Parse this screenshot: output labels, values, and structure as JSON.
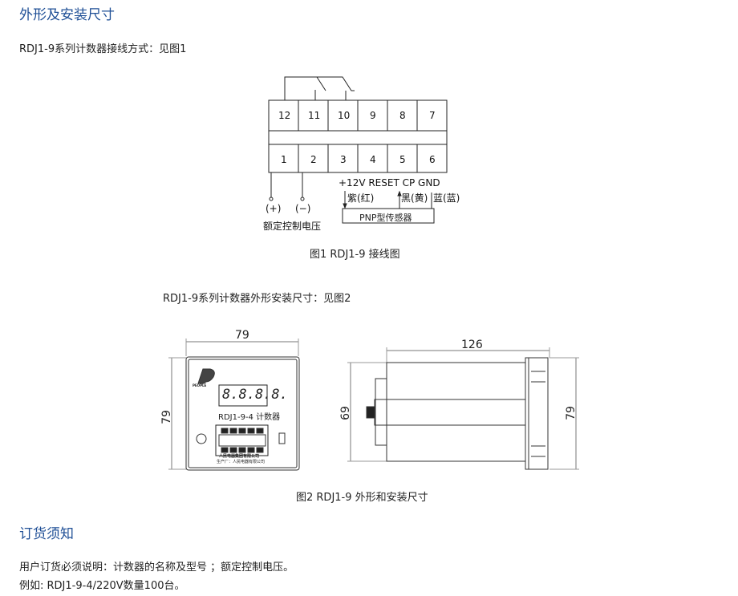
{
  "section1": {
    "heading": "外形及安装尺寸",
    "wiring_intro": "RDJ1-9系列计数器接线方式：见图1",
    "terminals_top": [
      "12",
      "11",
      "10",
      "9",
      "8",
      "7"
    ],
    "terminals_bottom": [
      "1",
      "2",
      "3",
      "4",
      "5",
      "6"
    ],
    "signal_labels": "+12V RESET CP GND",
    "plus": "(+)",
    "minus": "(−)",
    "control_voltage": "额定控制电压",
    "wire_purple": "紫(红)",
    "wire_black": "黑(黄)",
    "wire_blue": "蓝(蓝)",
    "sensor": "PNP型传感器",
    "fig1_caption": "图1 RDJ1-9  接线图",
    "dims_intro": "RDJ1-9系列计数器外形安装尺寸：见图2",
    "front_width": "79",
    "front_height": "79",
    "display": "8.8.8.8.",
    "model": "RDJ1-9-4  计数器",
    "brand": "PEOPLE",
    "maker1": "人民电器集团有限公司",
    "maker2": "生产厂：人民电器有限公司",
    "side_length": "126",
    "side_height": "69",
    "side_total": "79",
    "fig2_caption": "图2 RDJ1-9  外形和安装尺寸"
  },
  "section2": {
    "heading": "订货须知",
    "line1": "用户订货必须说明：计数器的名称及型号 ；额定控制电压。",
    "line2": "例如: RDJ1-9-4/220V数量100台。"
  }
}
